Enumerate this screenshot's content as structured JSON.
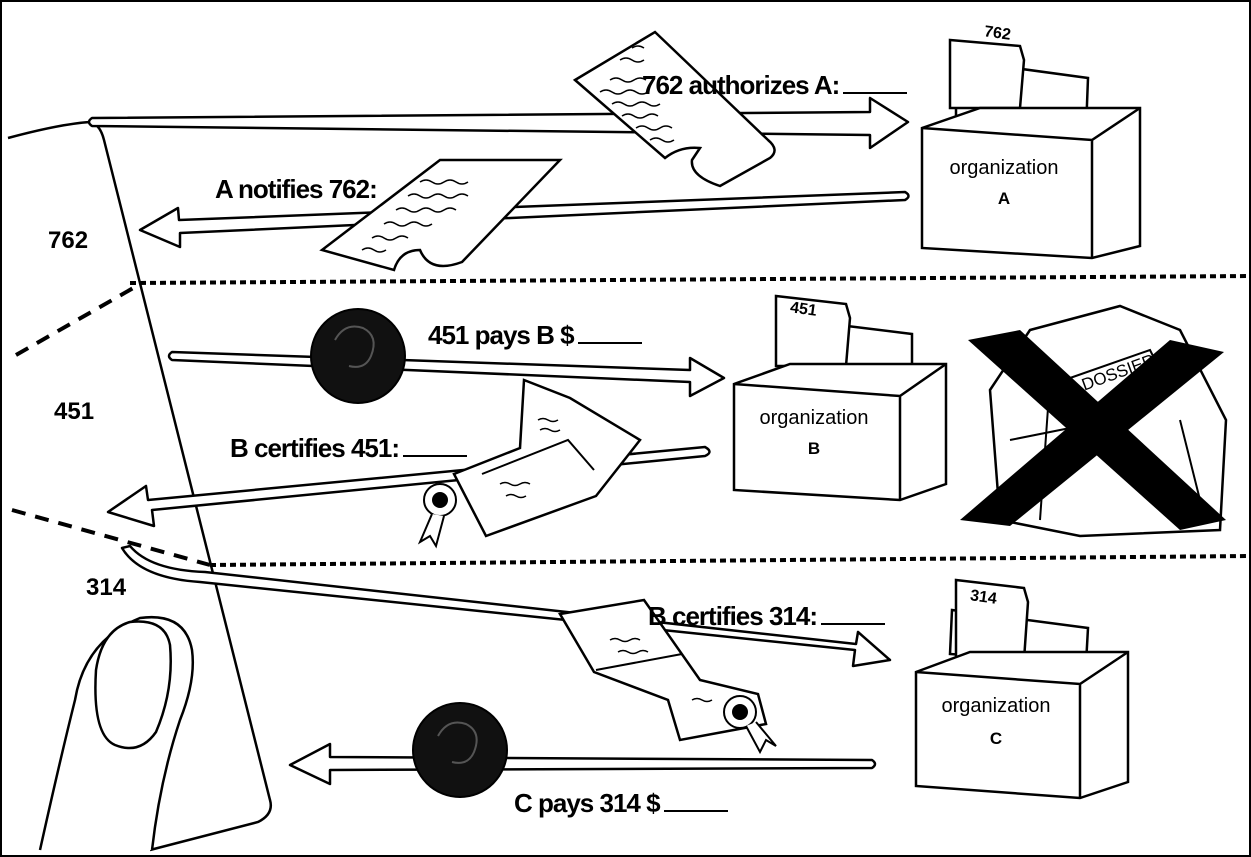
{
  "participants": [
    {
      "id": "762"
    },
    {
      "id": "451"
    },
    {
      "id": "314"
    }
  ],
  "organizations": [
    {
      "name": "organization",
      "letter": "A",
      "folder_tab": "762"
    },
    {
      "name": "organization",
      "letter": "B",
      "folder_tab": "451"
    },
    {
      "name": "organization",
      "letter": "C",
      "folder_tab": "314"
    }
  ],
  "dossier": {
    "label": "DOSSIER"
  },
  "transactions": {
    "authorize": "762 authorizes A:",
    "notify": "A notifies 762:",
    "pay_b": "451 pays B $",
    "certify_451": "B certifies 451:",
    "certify_314": "B certifies 314:",
    "pay_c": "C pays 314 $"
  },
  "colors": {
    "ink": "#000000",
    "paper": "#ffffff"
  }
}
